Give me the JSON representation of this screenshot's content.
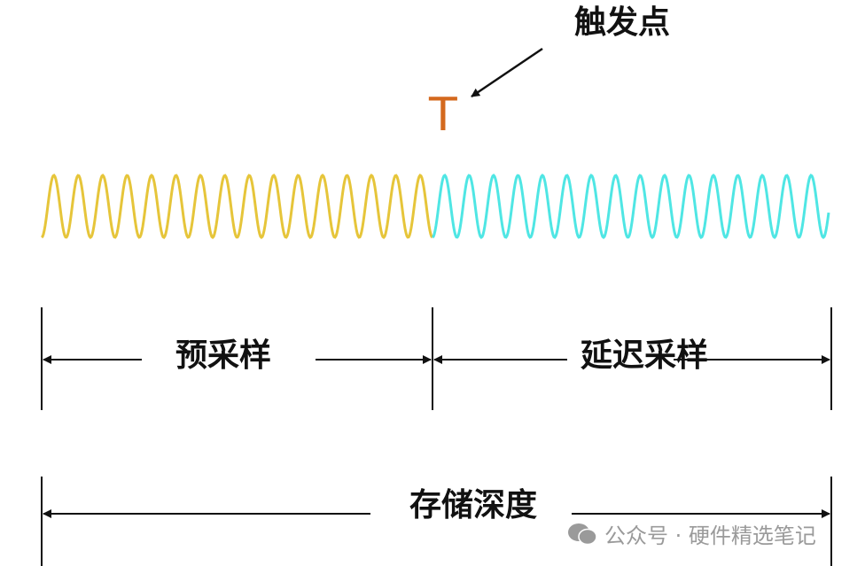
{
  "labels": {
    "trigger_point": "触发点",
    "trigger_marker": "T",
    "pre_sampling": "预采样",
    "delayed_sampling": "延迟采样",
    "storage_depth": "存储深度"
  },
  "watermark": {
    "icon": "wechat-icon",
    "text": "公众号 · 硬件精选笔记"
  },
  "waveform": {
    "pre_cycles": 16,
    "post_cycles": 16.5
  },
  "colors": {
    "pre": "#e6c53a",
    "post": "#4fe6e4",
    "trigger": "#d4691e",
    "line": "#111111"
  }
}
